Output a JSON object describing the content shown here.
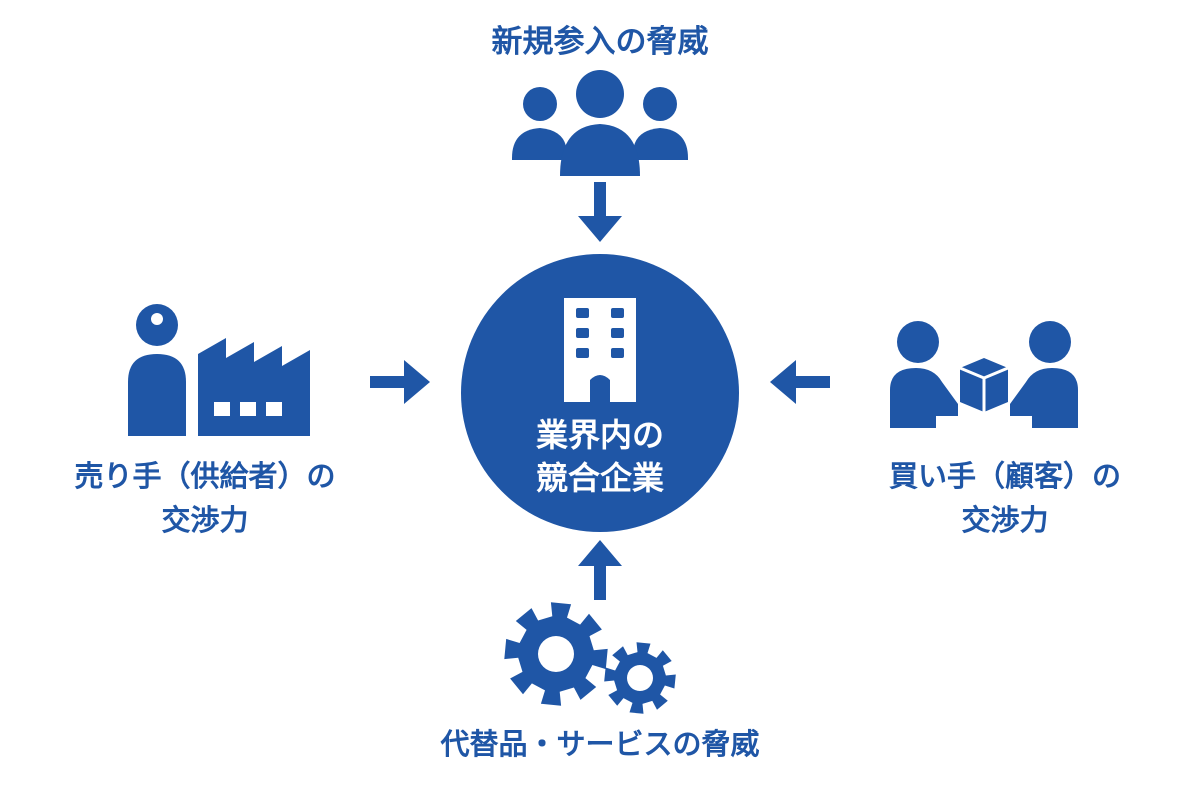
{
  "diagram": {
    "center": {
      "label_line1": "業界内の",
      "label_line2": "競合企業",
      "icon": "office-building-icon"
    },
    "top": {
      "label": "新規参入の脅威",
      "icon": "people-group-icon"
    },
    "bottom": {
      "label": "代替品・サービスの脅威",
      "icon": "gears-icon"
    },
    "left": {
      "label_line1": "売り手（供給者）の",
      "label_line2": "交渉力",
      "icon": "person-factory-icon"
    },
    "right": {
      "label_line1": "買い手（顧客）の",
      "label_line2": "交渉力",
      "icon": "handshake-package-icon"
    },
    "colors": {
      "primary": "#1f56a6",
      "background": "#ffffff"
    }
  }
}
